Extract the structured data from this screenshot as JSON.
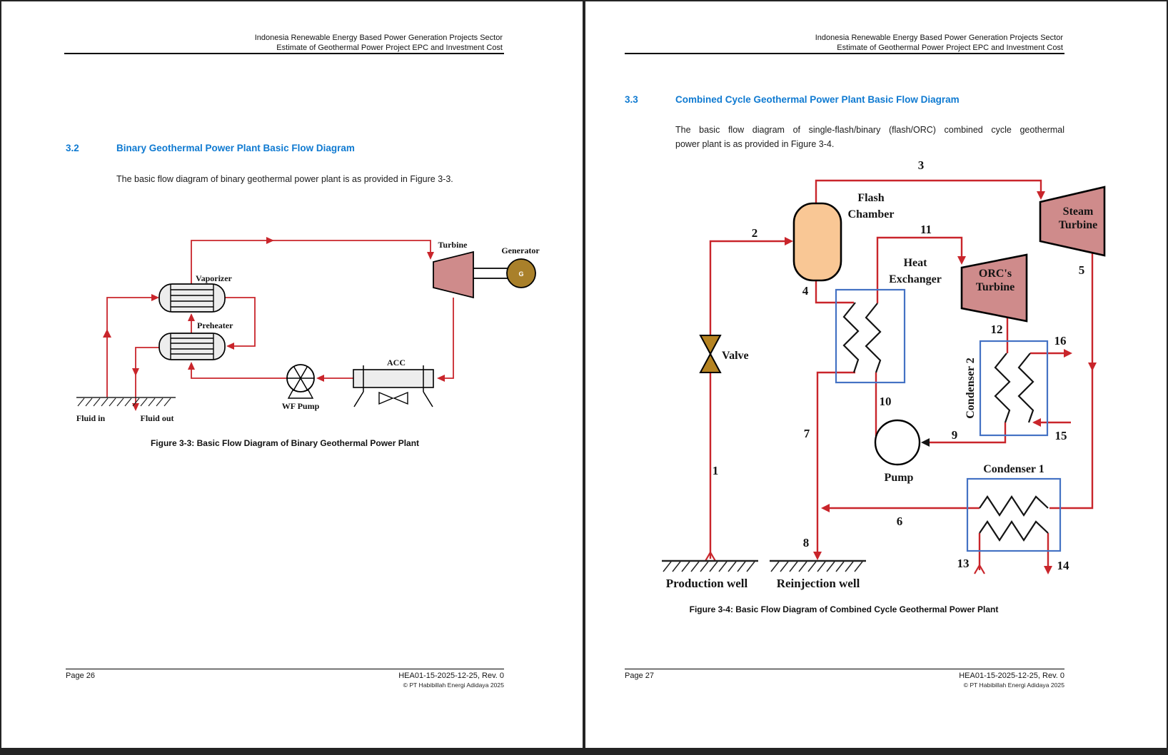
{
  "header": {
    "line1": "Indonesia Renewable Energy Based Power Generation Projects Sector",
    "line2": "Estimate of Geothermal Power Project EPC and Investment Cost"
  },
  "footer": {
    "doc_ref": "HEA01-15-2025-12-25, Rev. 0",
    "copyright": "© PT Habibillah Energi Adidaya 2025"
  },
  "left_page": {
    "page_label": "Page 26",
    "section_number": "3.2",
    "section_title": "Binary Geothermal Power Plant Basic Flow Diagram",
    "body_text": "The basic flow diagram of binary geothermal power plant is as provided in Figure 3-3.",
    "figure_caption": "Figure 3-3: Basic Flow Diagram of Binary Geothermal Power Plant",
    "diagram": {
      "labels": {
        "vaporizer": "Vaporizer",
        "preheater": "Preheater",
        "turbine": "Turbine",
        "generator": "Generator",
        "generator_letter": "G",
        "acc": "ACC",
        "wf_pump": "WF Pump",
        "fluid_in": "Fluid in",
        "fluid_out": "Fluid out"
      }
    }
  },
  "right_page": {
    "page_label": "Page 27",
    "section_number": "3.3",
    "section_title": "Combined Cycle Geothermal Power Plant Basic Flow Diagram",
    "body_line1": "The basic flow diagram of single-flash/binary (flash/ORC) combined cycle geothermal",
    "body_line2": "power plant is as provided in Figure 3-4.",
    "figure_caption": "Figure 3-4: Basic Flow Diagram of Combined Cycle Geothermal Power Plant",
    "diagram": {
      "labels": {
        "flash_line1": "Flash",
        "flash_line2": "Chamber",
        "steam_line1": "Steam",
        "steam_line2": "Turbine",
        "hx_line1": "Heat",
        "hx_line2": "Exchanger",
        "orc_line1": "ORC's",
        "orc_line2": "Turbine",
        "condenser2": "Condenser 2",
        "condenser1": "Condenser 1",
        "pump": "Pump",
        "valve": "Valve",
        "production_well": "Production well",
        "reinjection_well": "Reinjection well"
      },
      "streams": [
        "1",
        "2",
        "3",
        "4",
        "5",
        "6",
        "7",
        "8",
        "9",
        "10",
        "11",
        "12",
        "13",
        "14",
        "15",
        "16"
      ]
    }
  },
  "colors": {
    "heading_blue": "#0F7AD1",
    "flow_line_red": "#C9252B",
    "turbine_pink": "#CF8B8B",
    "generator_gold": "#A9802A",
    "flash_chamber_orange": "#F9C795",
    "valve_gold": "#B58321",
    "exchanger_box_blue": "#4472C4",
    "equipment_gray": "#EDEDED"
  }
}
